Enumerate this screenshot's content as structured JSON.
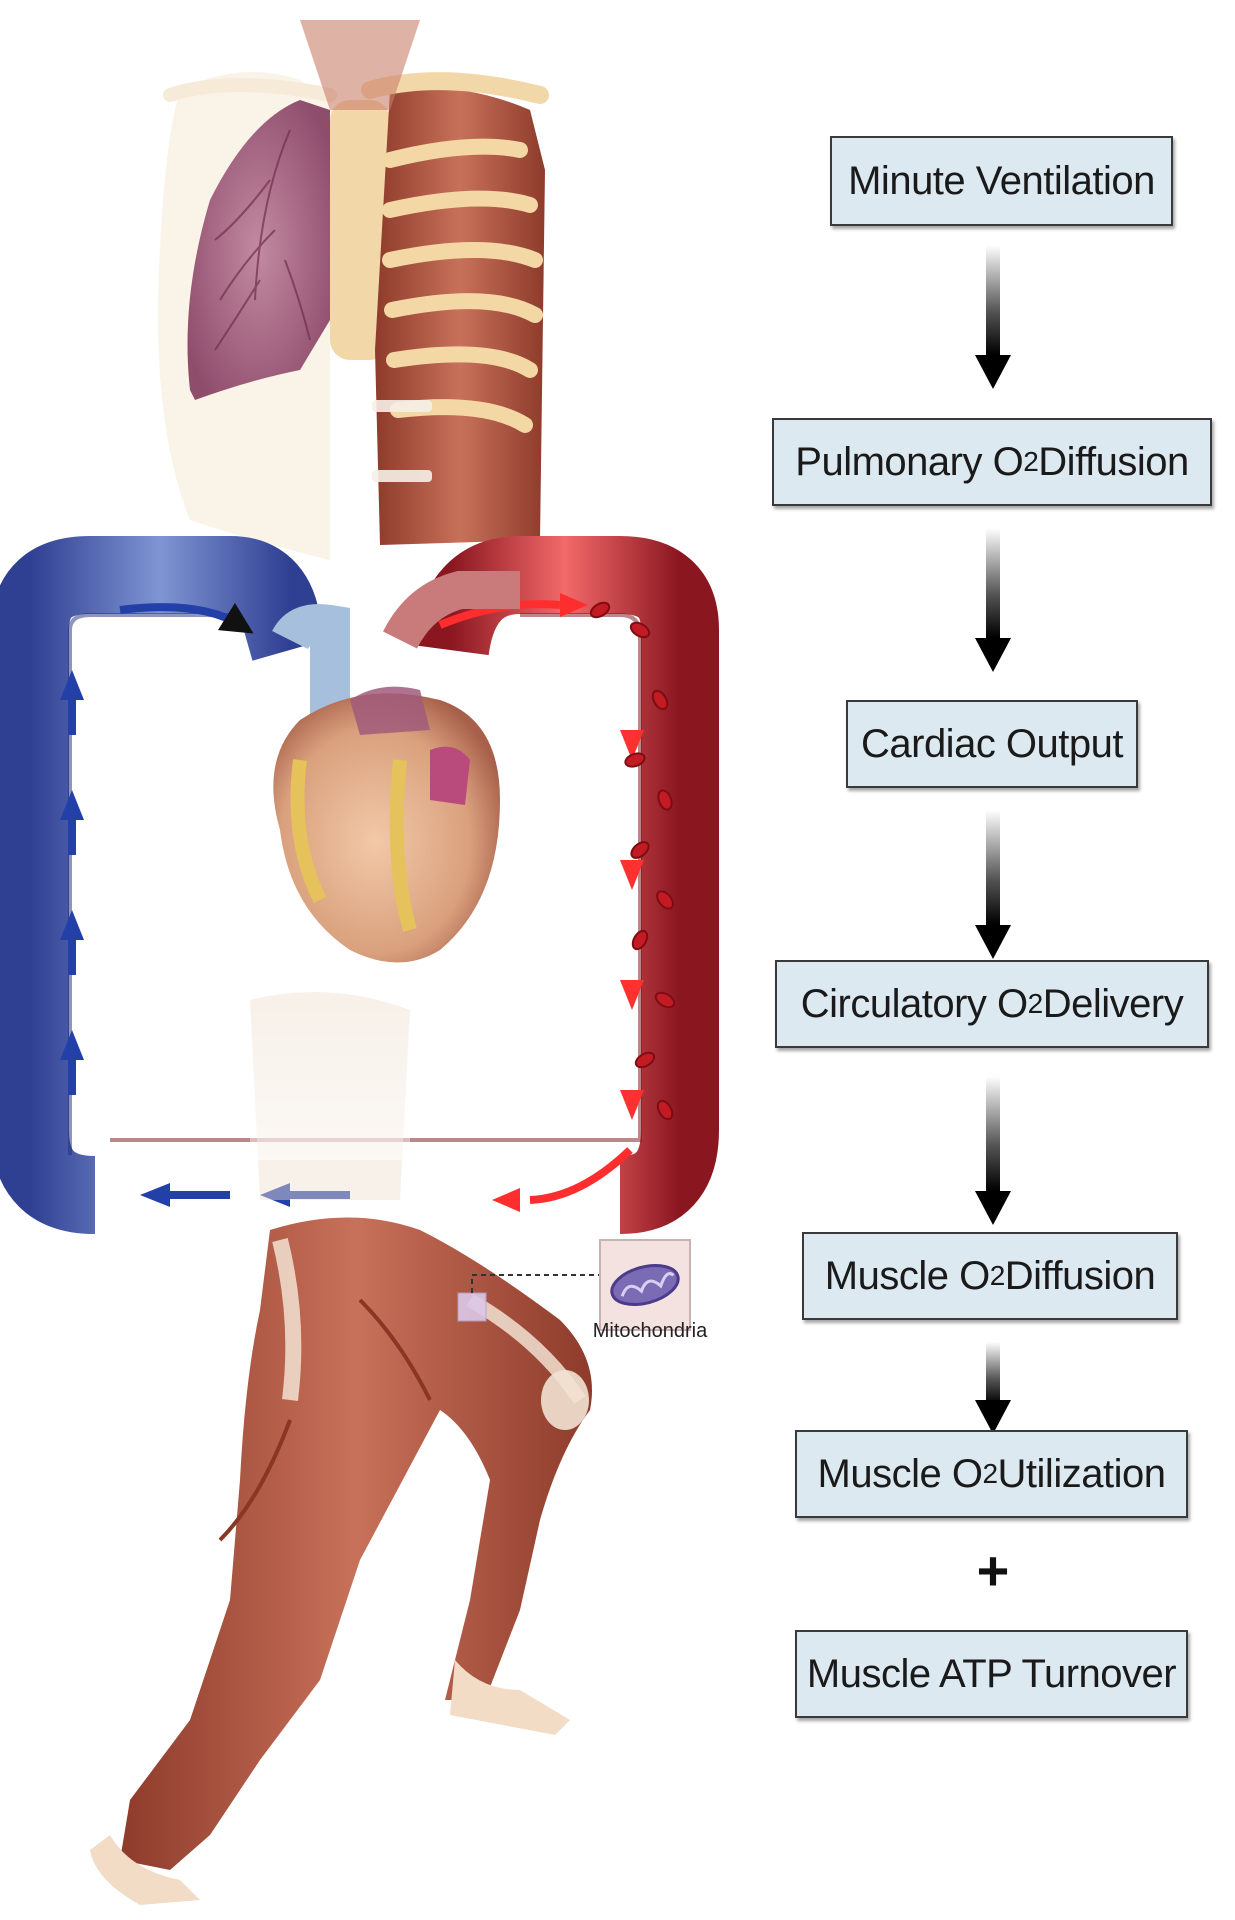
{
  "flow": {
    "steps": [
      {
        "pre": "Minute Ventilation",
        "sub": "",
        "post": ""
      },
      {
        "pre": "Pulmonary O",
        "sub": "2",
        "post": " Diffusion"
      },
      {
        "pre": "Cardiac Output",
        "sub": "",
        "post": ""
      },
      {
        "pre": "Circulatory O",
        "sub": "2",
        "post": " Delivery"
      },
      {
        "pre": "Muscle O",
        "sub": "2",
        "post": " Diffusion"
      },
      {
        "pre": "Muscle O",
        "sub": "2",
        "post": " Utilization"
      },
      {
        "pre": "Muscle ATP Turnover",
        "sub": "",
        "post": ""
      }
    ],
    "combine_symbol": "+"
  },
  "illustration": {
    "mitochondria_label": "Mitochondria",
    "colors": {
      "venous": "#3b4ea3",
      "arterial": "#d8242c",
      "muscle": "#b5543f",
      "bone": "#f0d8a8",
      "lung": "#a2607e",
      "box_fill": "#dde9f1"
    }
  }
}
